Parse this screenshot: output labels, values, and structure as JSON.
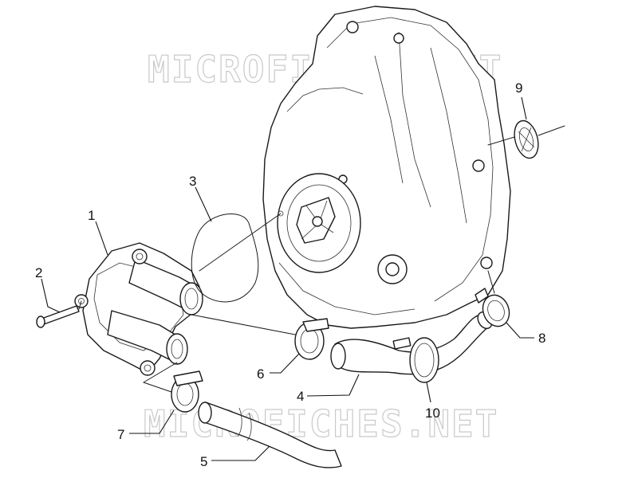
{
  "watermarks": [
    "MICROFICHES.NET",
    "MICROFICHES.NET"
  ],
  "callouts": [
    {
      "id": "1",
      "label": "1"
    },
    {
      "id": "2",
      "label": "2"
    },
    {
      "id": "3",
      "label": "3"
    },
    {
      "id": "4",
      "label": "4"
    },
    {
      "id": "5",
      "label": "5"
    },
    {
      "id": "6",
      "label": "6"
    },
    {
      "id": "7",
      "label": "7"
    },
    {
      "id": "8",
      "label": "8"
    },
    {
      "id": "9",
      "label": "9"
    },
    {
      "id": "10",
      "label": "10"
    }
  ],
  "colors": {
    "line": "#1a1a1a",
    "watermark": "#c9c9c9",
    "background": "#ffffff"
  }
}
